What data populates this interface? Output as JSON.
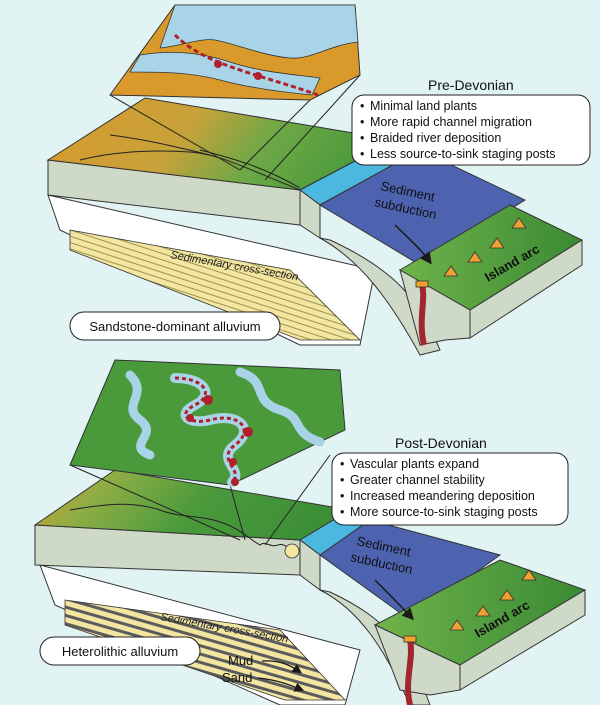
{
  "top_panel": {
    "era_title": "Pre-Devonian",
    "bullets": [
      "Minimal land plants",
      "More rapid channel migration",
      "Braided river deposition",
      "Less source-to-sink staging posts"
    ],
    "subduction_label": [
      "Sediment",
      "subduction"
    ],
    "arc_label": "Island arc",
    "cross_section_label": "Sedimentary cross-section",
    "alluvium_label": "Sandstone-dominant alluvium"
  },
  "bottom_panel": {
    "era_title": "Post-Devonian",
    "bullets": [
      "Vascular plants expand",
      "Greater channel stability",
      "Increased meandering deposition",
      "More source-to-sink staging posts"
    ],
    "subduction_label": [
      "Sediment",
      "subduction"
    ],
    "arc_label": "Island arc",
    "cross_section_label": "Sedimentary cross-section",
    "alluvium_label": "Heterolithic alluvium",
    "mud_label": "Mud",
    "sand_label": "Sand"
  },
  "colors": {
    "background": "#e2f3f4",
    "land_orange": "#d99a2b",
    "land_green": "#4a9a3c",
    "ocean_blue": "#4d63b0",
    "shelf_cyan": "#4bb8e0",
    "block_side": "#cfd9c8",
    "river_water": "#a9d3e6",
    "sediment_route": "#b0202a",
    "magma": "#a3262d"
  }
}
